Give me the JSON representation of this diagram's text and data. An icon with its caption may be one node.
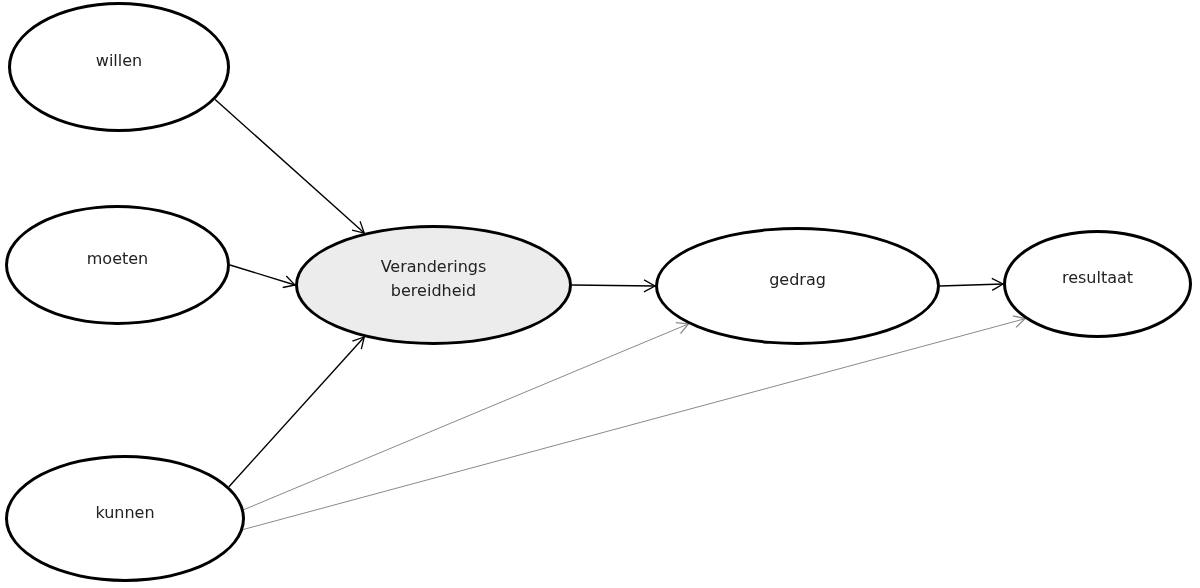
{
  "diagram": {
    "nodes": [
      {
        "text": [
          "willen"
        ]
      },
      {
        "text": [
          "moeten"
        ]
      },
      {
        "text": [
          "Veranderings bereidheid"
        ]
      },
      {
        "text": [
          "gedrag"
        ]
      },
      {
        "text": [
          "resultaat"
        ]
      },
      {
        "text": [
          "kunnen"
        ]
      }
    ],
    "edges": [
      {
        "from": 0,
        "to": 2,
        "arrow": "to"
      },
      {
        "from": 1,
        "to": 2,
        "arrow": "to"
      },
      {
        "from": 5,
        "to": 2,
        "arrow": "to"
      },
      {
        "from": 2,
        "to": 3,
        "arrow": "to"
      },
      {
        "from": 3,
        "to": 4,
        "arrow": "to"
      },
      {
        "from": 5,
        "to": 3,
        "arrow": "to",
        "color": "#8a8a8a"
      },
      {
        "from": 5,
        "to": 4,
        "arrow": "to",
        "color": "#8a8a8a"
      }
    ]
  }
}
